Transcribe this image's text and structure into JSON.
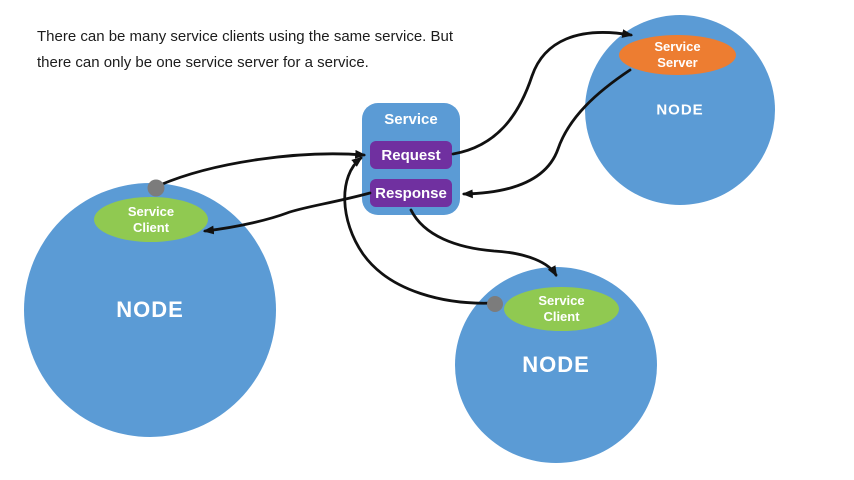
{
  "caption": {
    "line1": "There can be many service clients using the same service. But",
    "line2": "there can only be one service server for a service."
  },
  "service": {
    "title": "Service",
    "request": "Request",
    "response": "Response"
  },
  "nodes": {
    "left": {
      "label": "NODE",
      "client": {
        "line1": "Service",
        "line2": "Client"
      }
    },
    "right": {
      "label": "NODE",
      "server": {
        "line1": "Service",
        "line2": "Server"
      }
    },
    "bottom": {
      "label": "NODE",
      "client": {
        "line1": "Service",
        "line2": "Client"
      }
    }
  },
  "colors": {
    "node_fill": "#5B9BD5",
    "client_fill": "#90C951",
    "server_fill": "#ED7D31",
    "service_box_fill": "#5B9BD5",
    "request_fill": "#7030A0",
    "response_fill": "#7030A0",
    "connector": "#111111",
    "anchor_dot": "#7C7C7C"
  }
}
